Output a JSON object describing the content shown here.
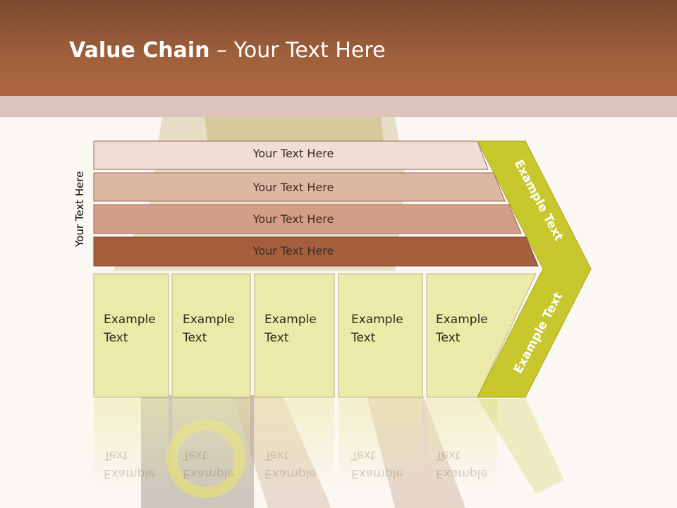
{
  "slide": {
    "title_bold": "Value Chain",
    "title_rest": " – Your Text Here",
    "side_label": "Your Text Here",
    "rows": [
      "Your Text Here",
      "Your Text Here",
      "Your Text Here",
      "Your Text Here"
    ],
    "columns": [
      {
        "line1": "Example",
        "line2": "Text"
      },
      {
        "line1": "Example",
        "line2": "Text"
      },
      {
        "line1": "Example",
        "line2": "Text"
      },
      {
        "line1": "Example",
        "line2": "Text"
      },
      {
        "line1": "Example",
        "line2": "Text"
      }
    ],
    "chevron_top": "Example Text",
    "chevron_bottom": "Example Text"
  },
  "colors": {
    "header": "#a0603c",
    "row1": "#f0ddd5",
    "row2": "#dfb8a4",
    "row3": "#d29f86",
    "row4": "#a55f3d",
    "column": "#ebeaa8",
    "chevron": "#c8c72e"
  }
}
